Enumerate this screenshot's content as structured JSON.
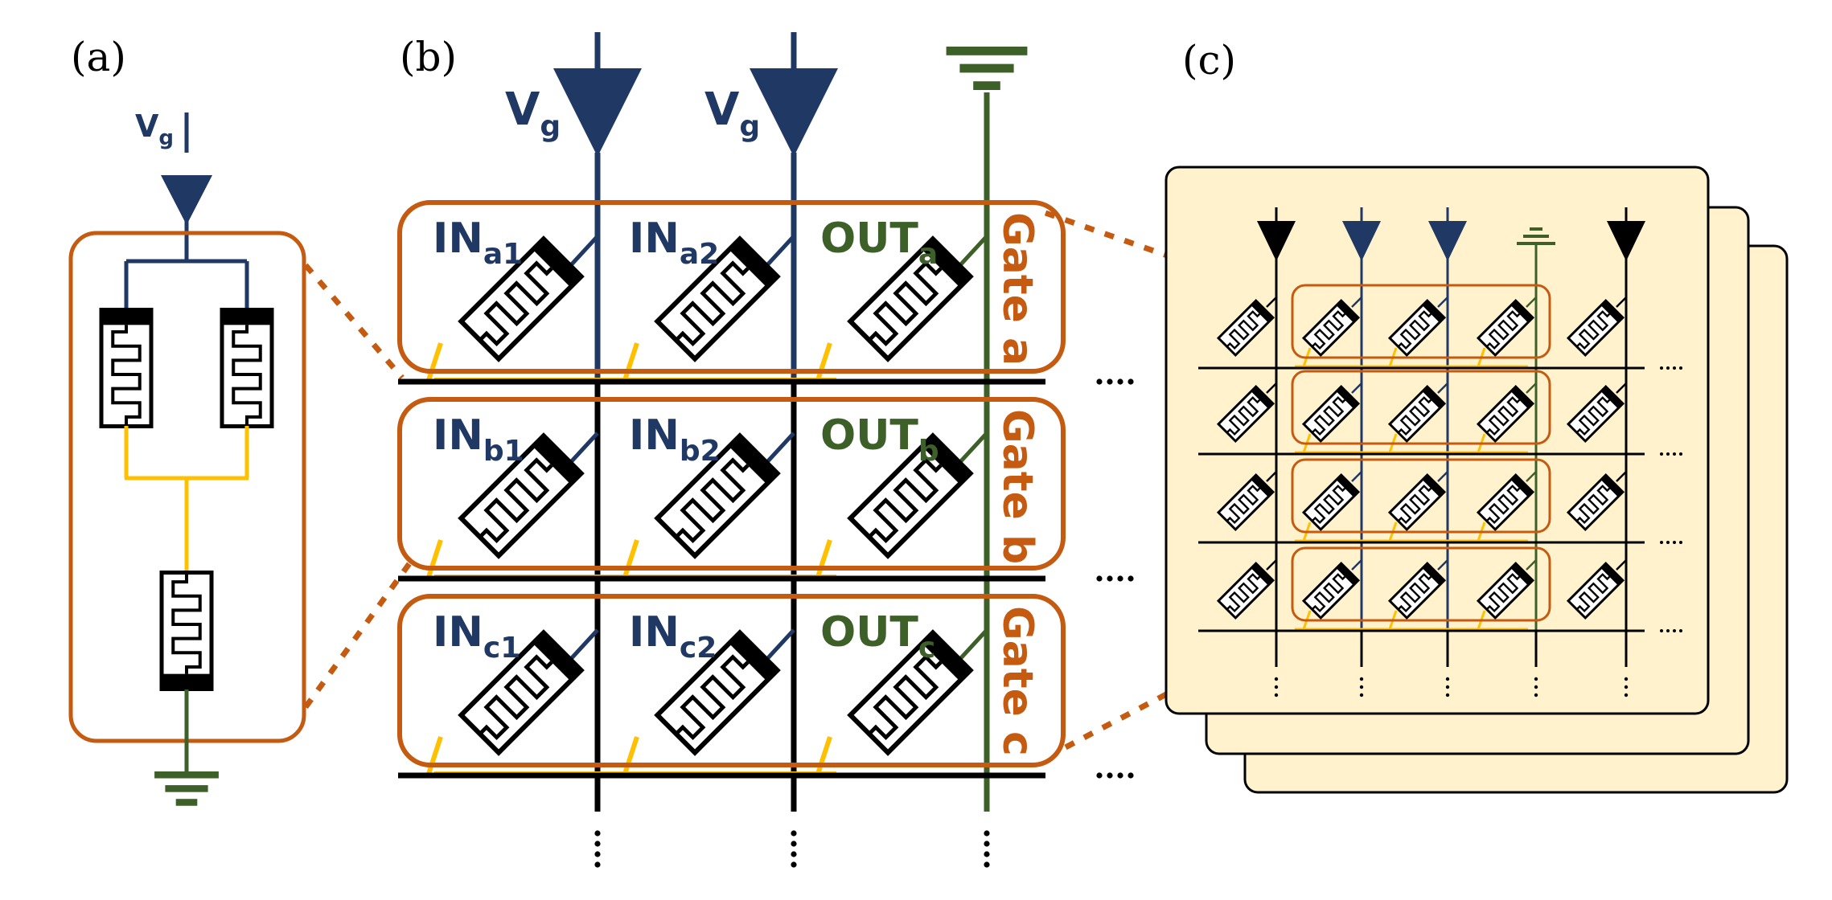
{
  "panels": {
    "a": "(a)",
    "b": "(b)",
    "c": "(c)"
  },
  "panel_a": {
    "source": {
      "main": "V",
      "sub": "g"
    }
  },
  "panel_b": {
    "sources": [
      {
        "main": "V",
        "sub": "g"
      },
      {
        "main": "V",
        "sub": "g"
      }
    ],
    "gates": [
      {
        "cells": [
          {
            "main": "IN",
            "sub": "a1",
            "role": "input"
          },
          {
            "main": "IN",
            "sub": "a2",
            "role": "input"
          },
          {
            "main": "OUT",
            "sub": "a",
            "role": "output"
          }
        ],
        "label": "Gate a"
      },
      {
        "cells": [
          {
            "main": "IN",
            "sub": "b1",
            "role": "input"
          },
          {
            "main": "IN",
            "sub": "b2",
            "role": "input"
          },
          {
            "main": "OUT",
            "sub": "b",
            "role": "output"
          }
        ],
        "label": "Gate b"
      },
      {
        "cells": [
          {
            "main": "IN",
            "sub": "c1",
            "role": "input"
          },
          {
            "main": "IN",
            "sub": "c2",
            "role": "input"
          },
          {
            "main": "OUT",
            "sub": "c",
            "role": "output"
          }
        ],
        "label": "Gate c"
      }
    ],
    "continuation": "⋯"
  },
  "panel_c": {
    "column_types": [
      "source",
      "input",
      "input",
      "ground",
      "source"
    ],
    "rows": 4,
    "layers": 3
  },
  "colors": {
    "blue": "#1f3864",
    "green": "#3d5f28",
    "orange": "#c55a11",
    "yellow": "#ffc000",
    "black": "#000000",
    "layer_fill": "#fff2cc"
  }
}
